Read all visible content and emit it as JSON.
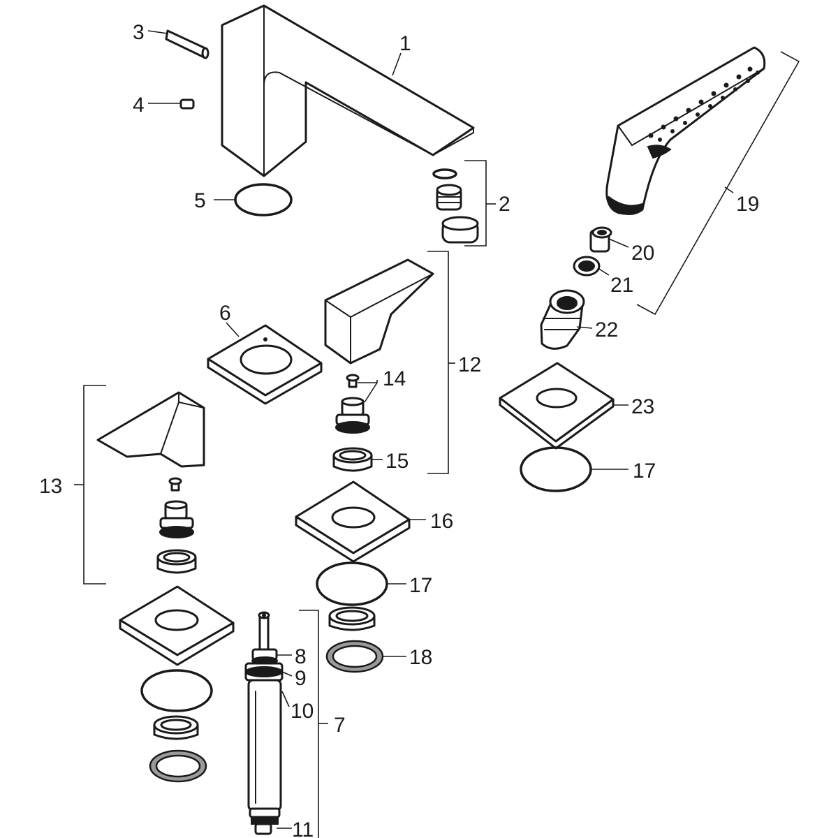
{
  "diagram": {
    "parts": [
      {
        "id": "p1",
        "number": "1"
      },
      {
        "id": "p2",
        "number": "2"
      },
      {
        "id": "p3",
        "number": "3"
      },
      {
        "id": "p4",
        "number": "4"
      },
      {
        "id": "p5",
        "number": "5"
      },
      {
        "id": "p6",
        "number": "6"
      },
      {
        "id": "p7",
        "number": "7"
      },
      {
        "id": "p8",
        "number": "8"
      },
      {
        "id": "p9",
        "number": "9"
      },
      {
        "id": "p10",
        "number": "10"
      },
      {
        "id": "p11",
        "number": "11"
      },
      {
        "id": "p12",
        "number": "12"
      },
      {
        "id": "p13",
        "number": "13"
      },
      {
        "id": "p14",
        "number": "14"
      },
      {
        "id": "p15",
        "number": "15"
      },
      {
        "id": "p16",
        "number": "16"
      },
      {
        "id": "p17a",
        "number": "17"
      },
      {
        "id": "p17b",
        "number": "17"
      },
      {
        "id": "p18",
        "number": "18"
      },
      {
        "id": "p19",
        "number": "19"
      },
      {
        "id": "p20",
        "number": "20"
      },
      {
        "id": "p21",
        "number": "21"
      },
      {
        "id": "p22",
        "number": "22"
      },
      {
        "id": "p23",
        "number": "23"
      }
    ]
  }
}
